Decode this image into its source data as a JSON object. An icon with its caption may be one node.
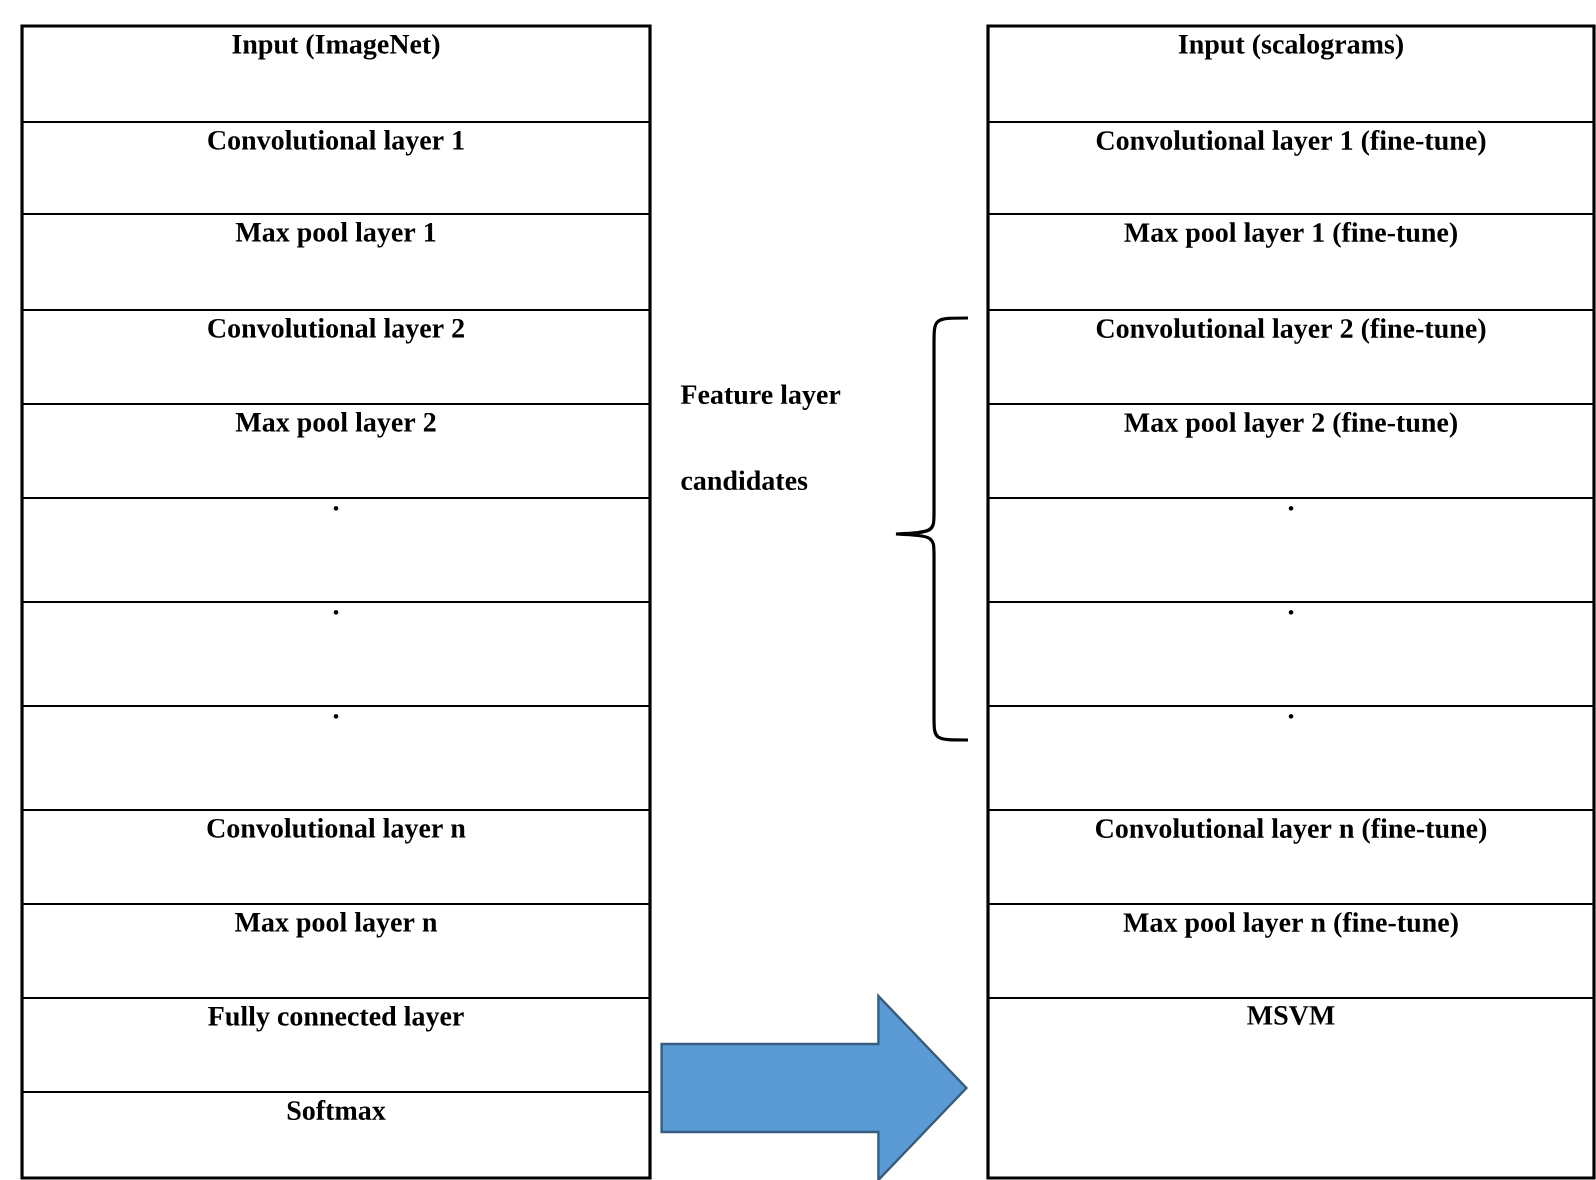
{
  "diagram": {
    "nodes": [
      {
        "text": [],
        "shape": "box"
      },
      {
        "text": [
          "Input (ImageNet)"
        ],
        "in": 0
      },
      {
        "text": [
          "Convolutional layer 1"
        ],
        "in": 0
      },
      {
        "text": [
          "Max pool layer 1"
        ],
        "in": 0
      },
      {
        "text": [
          "Convolutional layer 2"
        ],
        "in": 0
      },
      {
        "text": [
          "Max pool layer 2"
        ],
        "in": 0
      },
      {
        "text": [
          "."
        ],
        "in": 0
      },
      {
        "text": [
          "."
        ],
        "in": 0
      },
      {
        "text": [
          "."
        ],
        "in": 0
      },
      {
        "text": [
          "Convolutional layer n"
        ],
        "in": 0
      },
      {
        "text": [
          "Max pool layer n"
        ],
        "in": 0
      },
      {
        "text": [
          "Fully connected layer"
        ],
        "in": 0
      },
      {
        "text": [
          "Softmax"
        ],
        "in": 0
      },
      {
        "text": [],
        "shape": "box"
      },
      {
        "text": [
          "Input (scalograms)"
        ],
        "in": 13
      },
      {
        "text": [
          "Convolutional layer 1 (fine-tune)"
        ],
        "in": 13
      },
      {
        "text": [
          "Max pool layer 1 (fine-tune)"
        ],
        "in": 13
      },
      {
        "text": [
          "Convolutional layer 2 (fine-tune)"
        ],
        "in": 13
      },
      {
        "text": [
          "Max pool layer 2 (fine-tune)"
        ],
        "in": 13
      },
      {
        "text": [
          "."
        ],
        "in": 13
      },
      {
        "text": [
          "."
        ],
        "in": 13
      },
      {
        "text": [
          "."
        ],
        "in": 13
      },
      {
        "text": [
          "Convolutional layer n (fine-tune)"
        ],
        "in": 13
      },
      {
        "text": [
          "Max pool layer n (fine-tune)"
        ],
        "in": 13
      },
      {
        "text": [
          "MSVM"
        ],
        "in": 13
      }
    ],
    "edges": [
      {
        "from": 0,
        "to": 13,
        "arrow": "to",
        "style": "thick",
        "color": "#5b9bd5"
      }
    ],
    "labels": [
      "Feature layer candidates"
    ]
  }
}
